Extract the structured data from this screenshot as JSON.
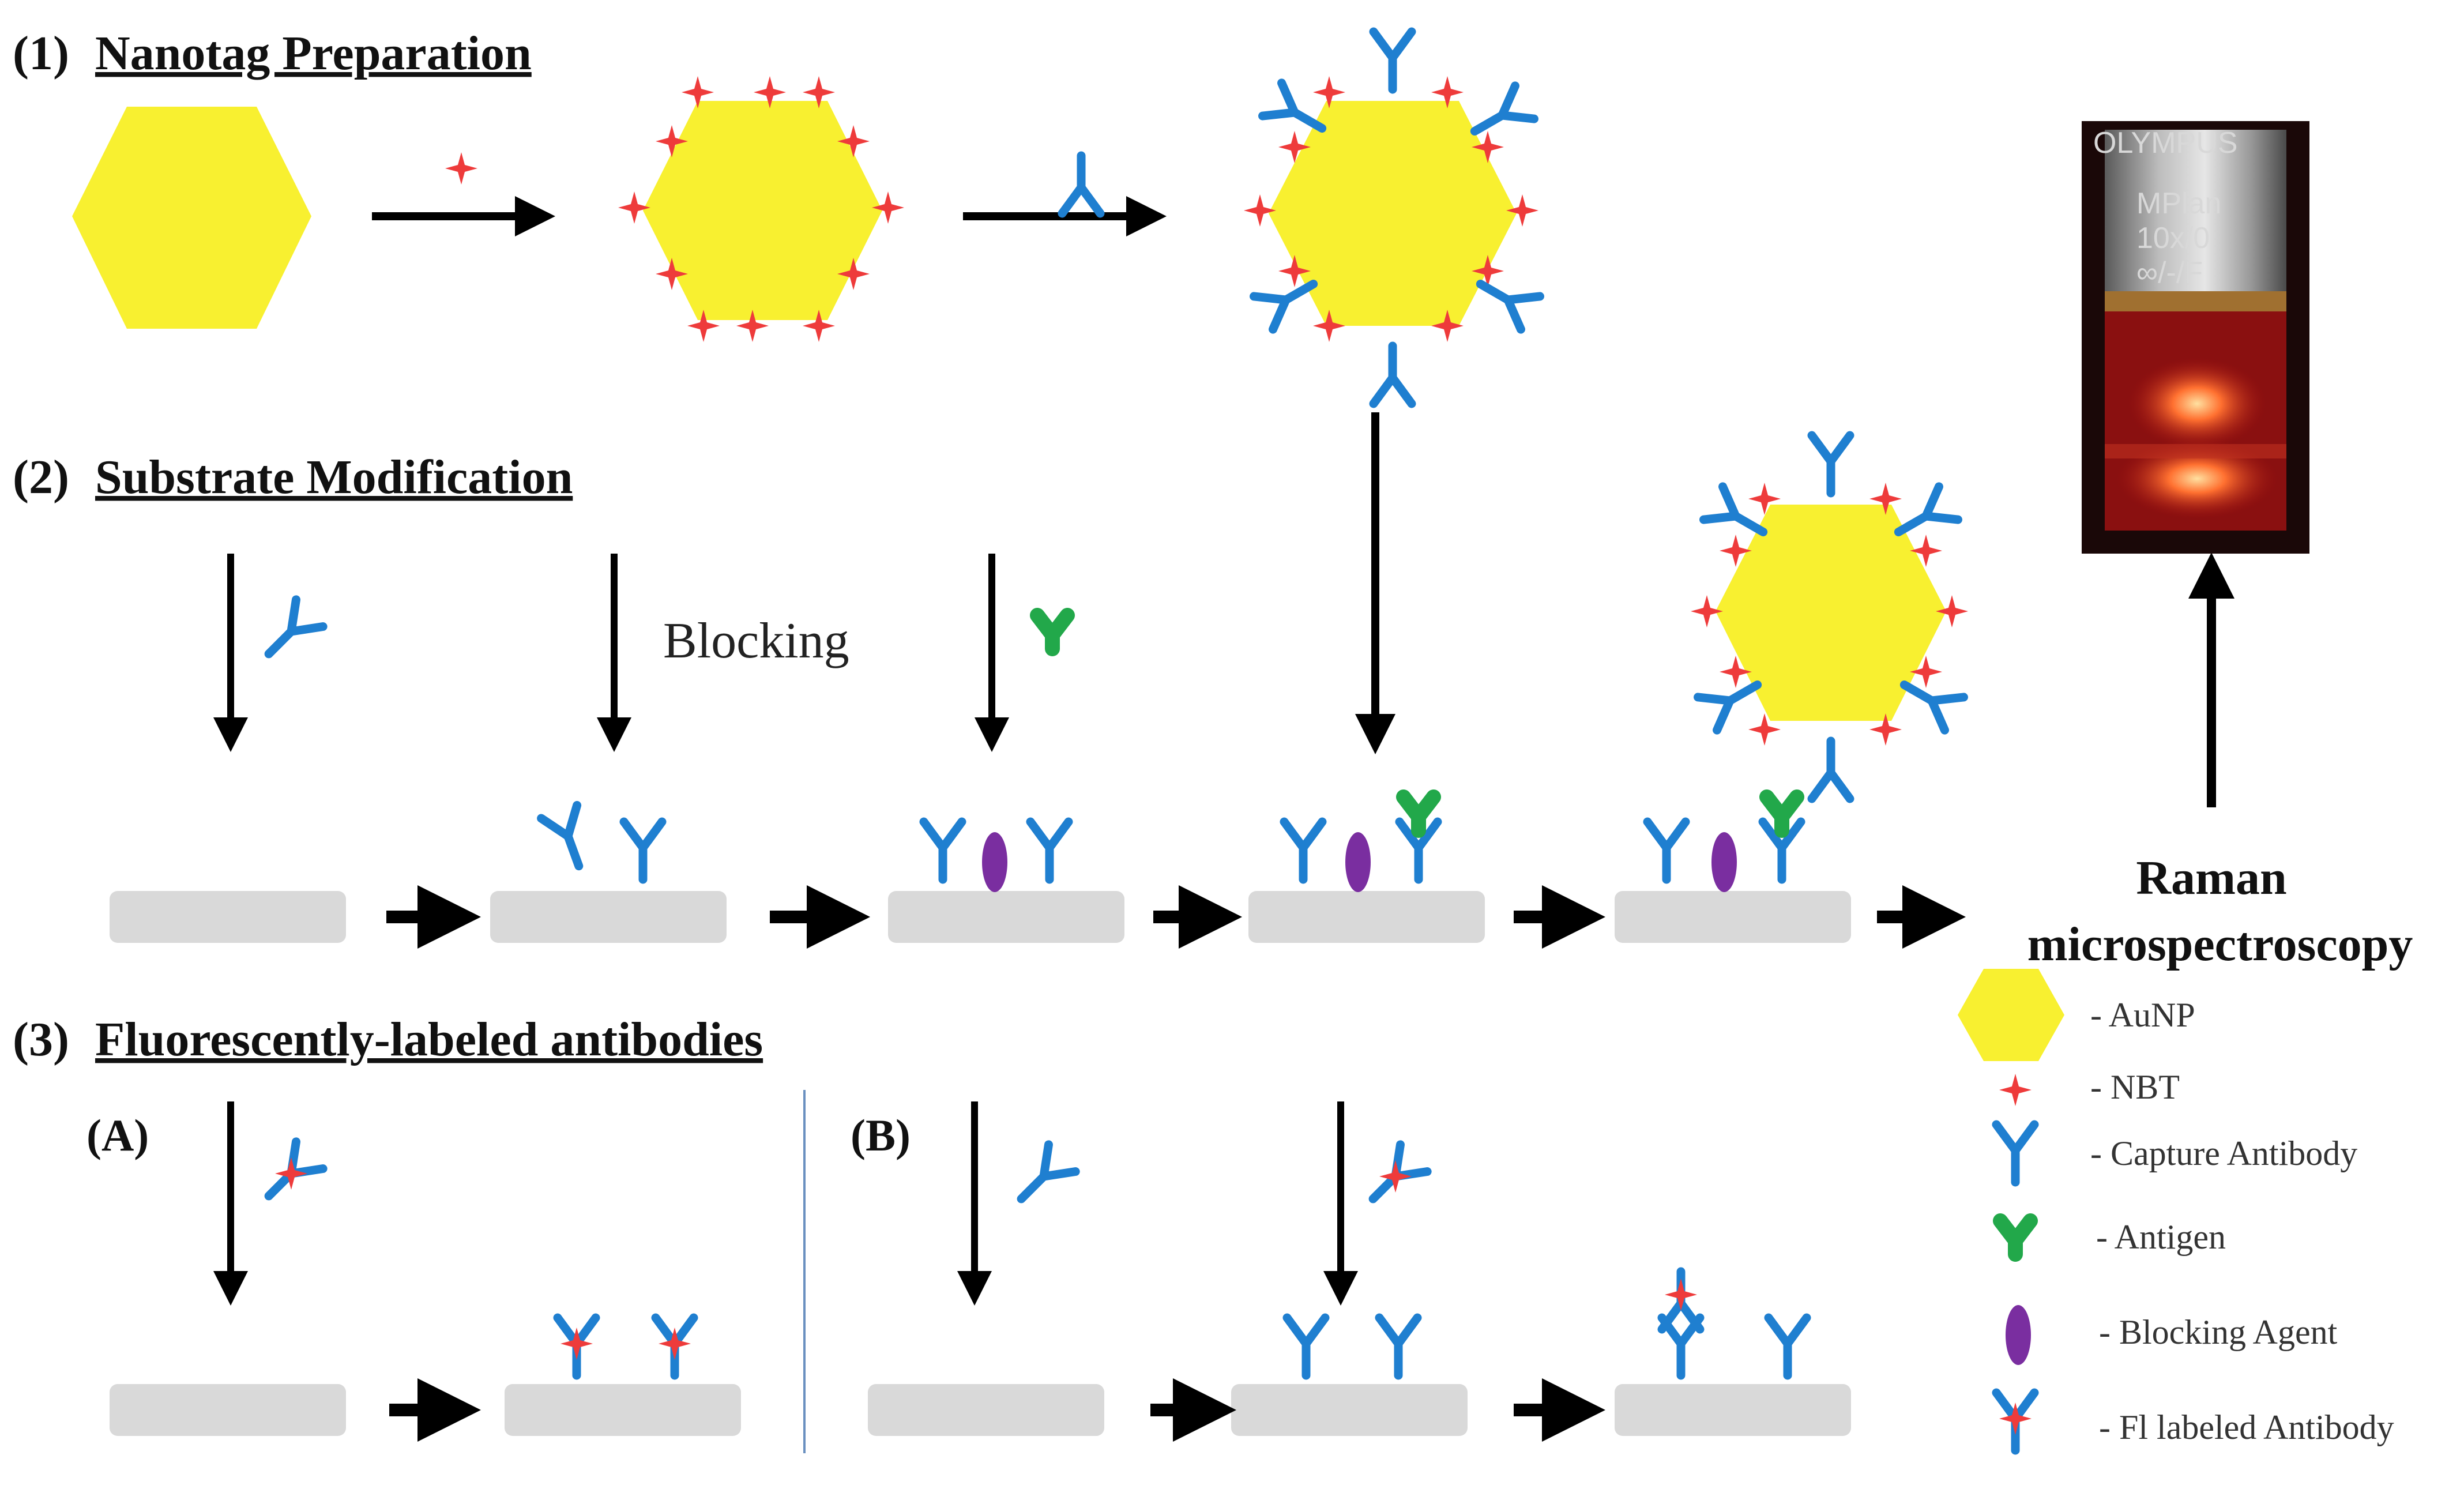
{
  "sections": {
    "s1_num": "(1)",
    "s1_title": "Nanotag Preparation",
    "s2_num": "(2)",
    "s2_title": "Substrate Modification",
    "s3_num": "(3)",
    "s3_title": "Fluorescently-labeled antibodies"
  },
  "blocking_label": "Blocking",
  "sub_a": "(A)",
  "sub_b": "(B)",
  "raman": {
    "line1": "Raman",
    "line2": "microspectroscopy"
  },
  "microscope": {
    "brand": "OLYMPUS",
    "objective_line1": "MPlan",
    "objective_line2": "10x/0",
    "objective_line3": "∞/-/F"
  },
  "legend": [
    {
      "key": "aunp",
      "label": "- AuNP"
    },
    {
      "key": "nbt",
      "label": "- NBT"
    },
    {
      "key": "capture",
      "label": "- Capture Antibody"
    },
    {
      "key": "antigen",
      "label": "- Antigen"
    },
    {
      "key": "blocking",
      "label": "- Blocking Agent"
    },
    {
      "key": "fl",
      "label": "- Fl labeled Antibody"
    }
  ],
  "colors": {
    "gold": "#f8f030",
    "nbt": "#ee3b3b",
    "antibody": "#1f7fd0",
    "antigen": "#22a84a",
    "blocking": "#7a2ea0",
    "substrate": "#d9d9d9",
    "arrow": "#000000"
  }
}
